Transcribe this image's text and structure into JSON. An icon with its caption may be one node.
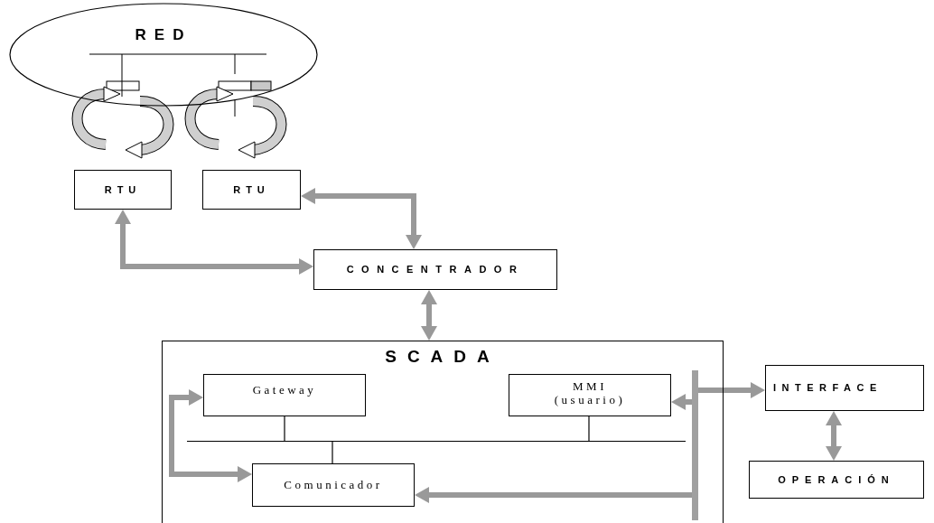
{
  "diagram": {
    "nodes": [
      {
        "text": [
          "RED"
        ]
      },
      {
        "text": [
          "RTU"
        ]
      },
      {
        "text": [
          "RTU"
        ]
      },
      {
        "text": [
          "CONCENTRADOR"
        ]
      },
      {
        "text": [
          "SCADA"
        ]
      },
      {
        "text": [
          "Gateway"
        ],
        "in": 4
      },
      {
        "text": [
          "MMI (usuario)"
        ],
        "in": 4
      },
      {
        "text": [],
        "shape": "bar",
        "in": 4
      },
      {
        "text": [
          "Comunicador"
        ],
        "in": 4
      },
      {
        "text": [],
        "shape": "bar",
        "in": 4
      },
      {
        "text": [
          "INTERFACE"
        ]
      },
      {
        "text": [
          "OPERACIÓN"
        ]
      }
    ],
    "edges": [
      {
        "from": 1,
        "to": 3,
        "arrow": "both"
      },
      {
        "from": 2,
        "to": 3,
        "arrow": "both"
      },
      {
        "from": 3,
        "to": 4,
        "arrow": "both"
      },
      {
        "from": 5,
        "to": 8,
        "arrow": "both"
      },
      {
        "from": 5,
        "to": 7,
        "arrow": "none",
        "color": "#000000"
      },
      {
        "from": 8,
        "to": 7,
        "arrow": "none",
        "color": "#000000"
      },
      {
        "from": 6,
        "to": 7,
        "arrow": "none",
        "color": "#000000"
      },
      {
        "from": 9,
        "to": 6,
        "arrow": "to"
      },
      {
        "from": 9,
        "to": 10,
        "arrow": "to"
      },
      {
        "from": 9,
        "to": 8,
        "arrow": "to"
      },
      {
        "from": 10,
        "to": 11,
        "arrow": "both"
      }
    ]
  }
}
